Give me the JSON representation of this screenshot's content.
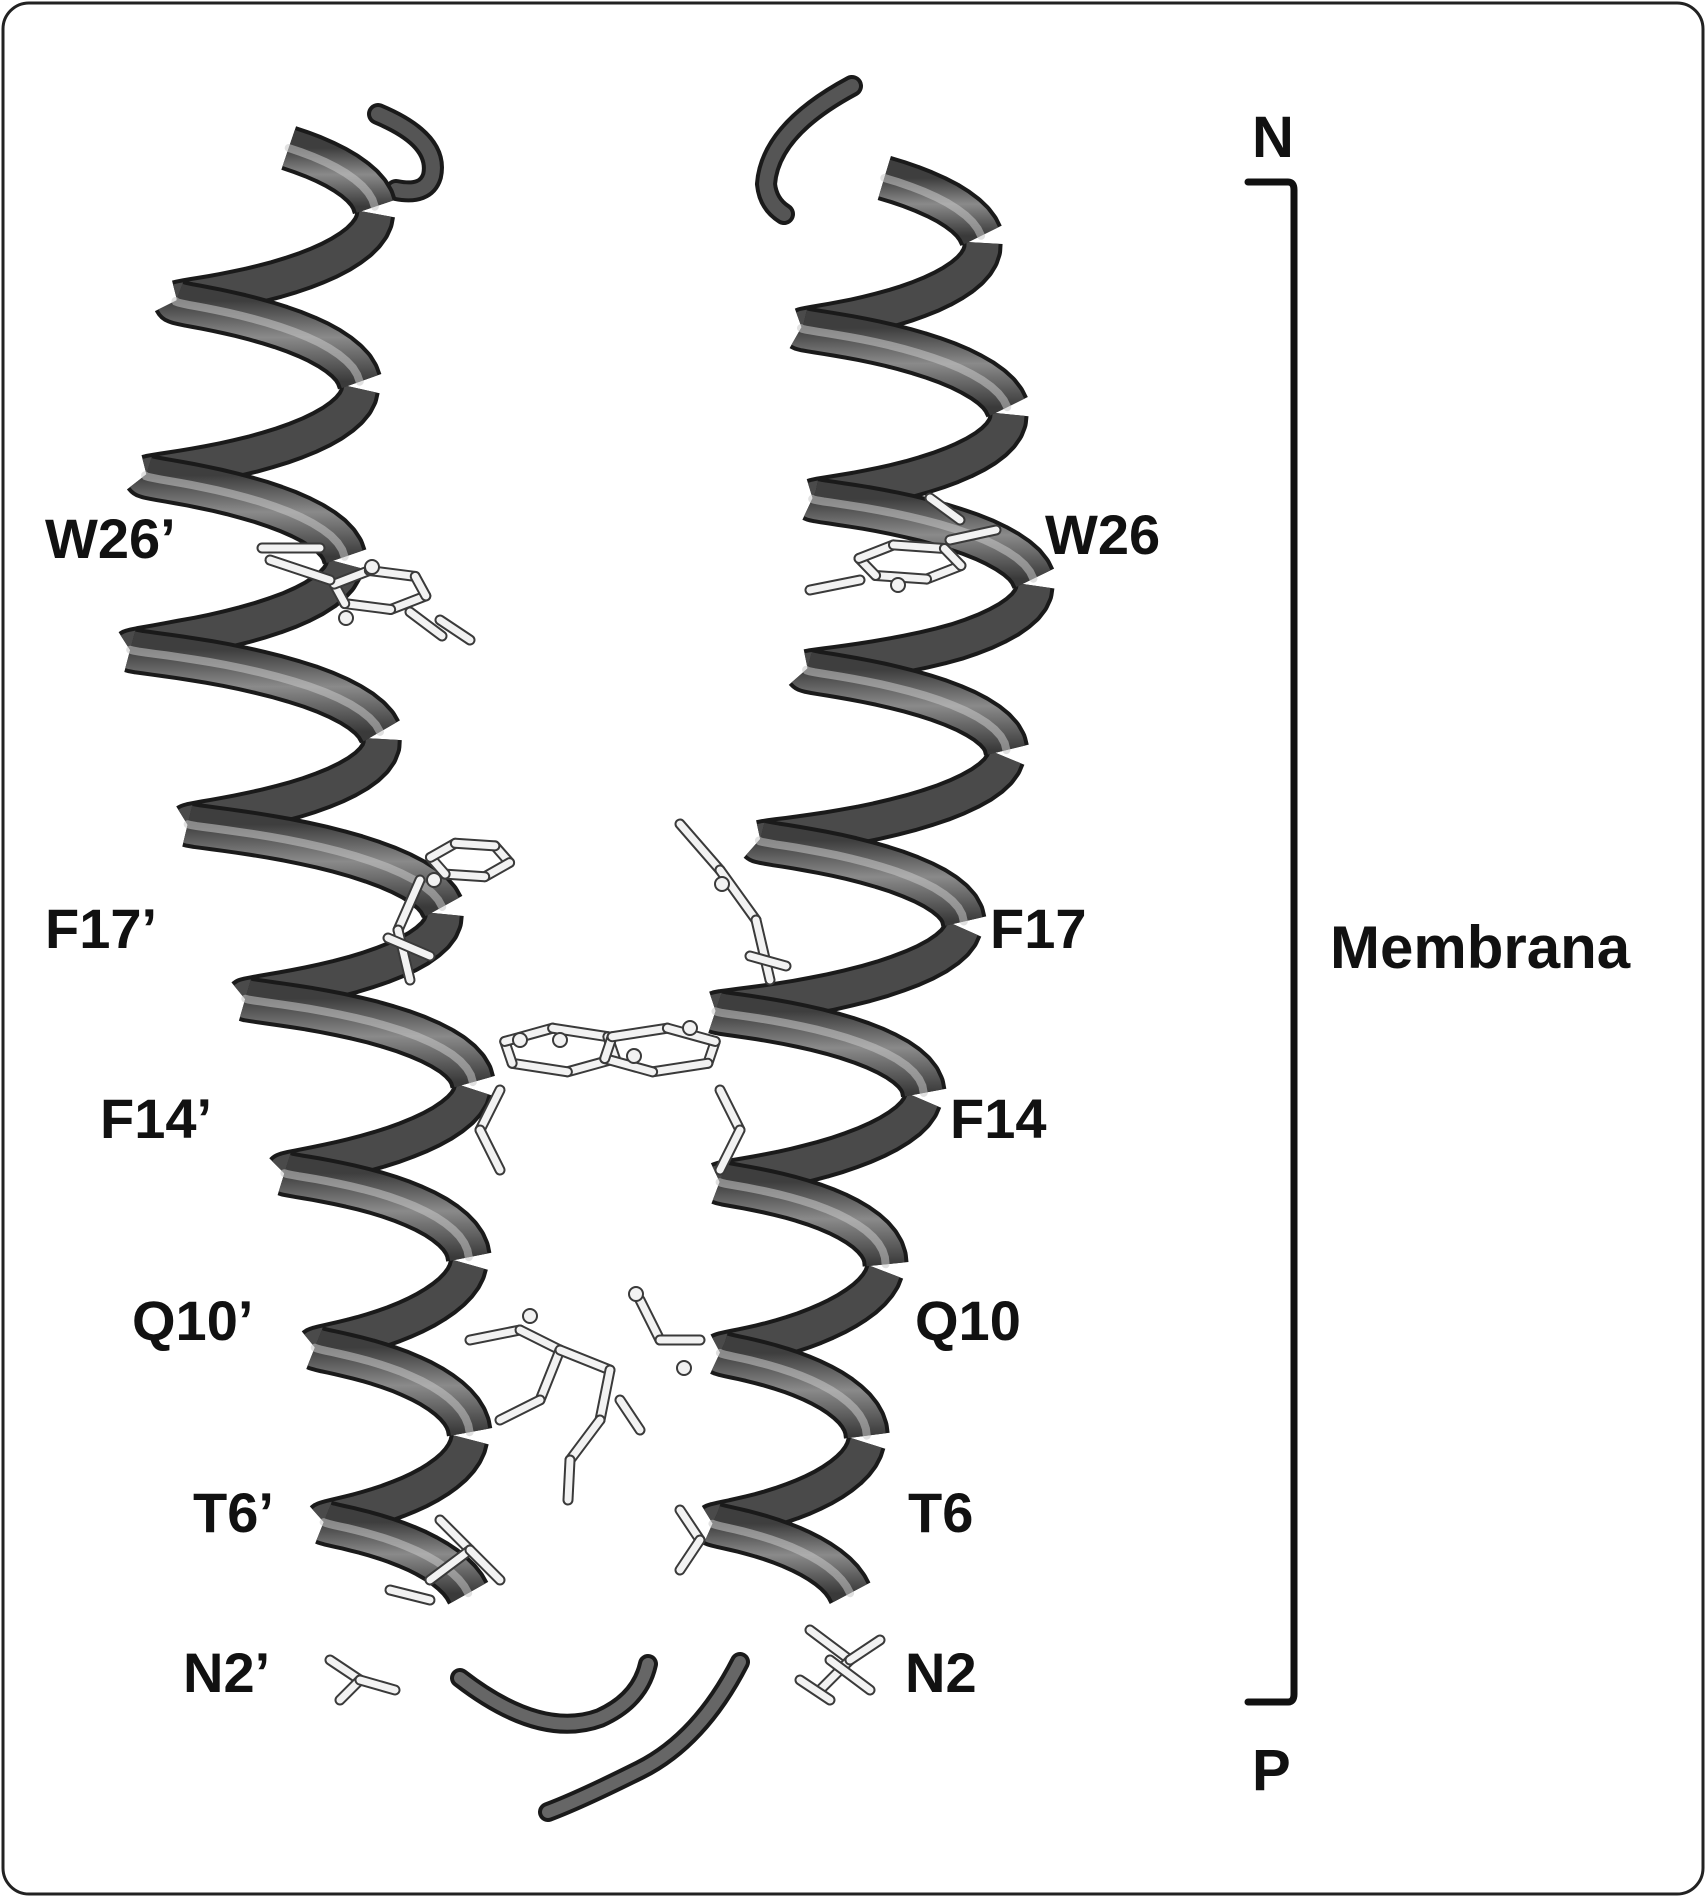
{
  "figure": {
    "colors": {
      "ribbon": "#585858",
      "ribbon_light": "#c9c9c9",
      "ribbon_edge": "#1a1a1a",
      "sticks": "#f2f2f2",
      "sticks_edge": "#3a3a3a",
      "text": "#111111",
      "frame": "#222222"
    },
    "residue_labels": {
      "w26_left": "W26’",
      "w26_right": "W26",
      "f17_left": "F17’",
      "f17_right": "F17",
      "f14_left": "F14’",
      "f14_right": "F14",
      "q10_left": "Q10’",
      "q10_right": "Q10",
      "t6_left": "T6’",
      "t6_right": "T6",
      "n2_left": "N2’",
      "n2_right": "N2"
    },
    "membrane": {
      "top_label": "N",
      "bottom_label": "P",
      "label": "Membrana"
    }
  }
}
